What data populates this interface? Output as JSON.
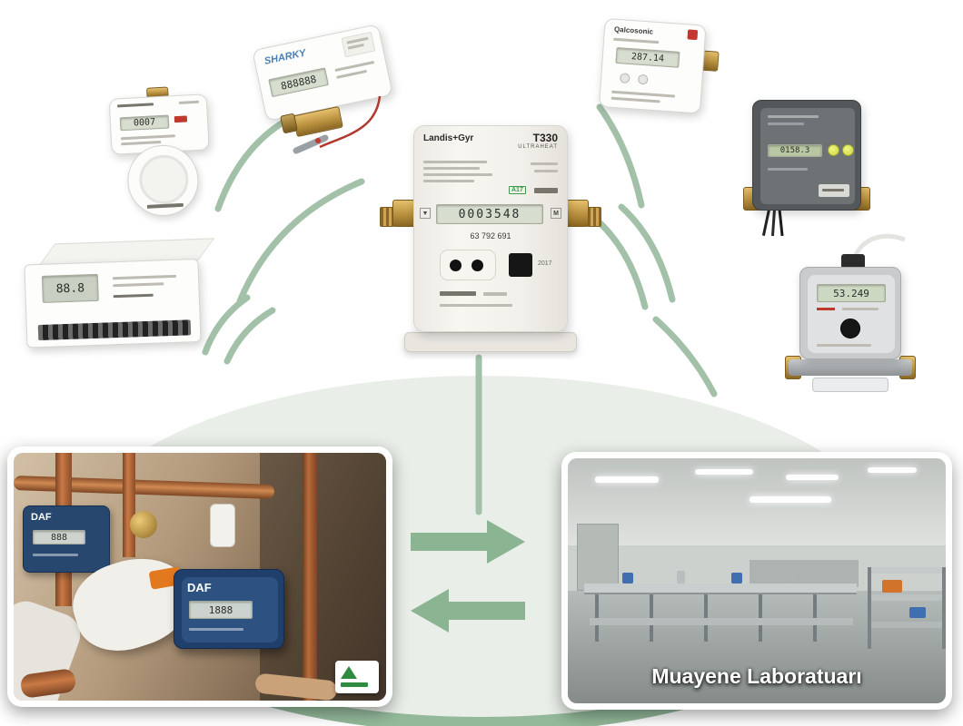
{
  "colors": {
    "accent_green": "#a3c1a8",
    "arrow_green": "#8bb493",
    "pale_green": "#e9efe8",
    "band_green": "#93b99a",
    "lcd_green": "#d7ddcf"
  },
  "center_meter": {
    "brand": "Landis+Gyr",
    "model": "T330",
    "series": "ULTRAHEAT",
    "approval": "A17",
    "lcd": "0003548",
    "marker_left": "▼",
    "marker_right": "M",
    "serial": "63 792 691",
    "year": "2017"
  },
  "sharky_meter": {
    "label": "SHARKY",
    "lcd": "888888"
  },
  "topleft_meter": {
    "lcd": "0007"
  },
  "qalcosonic_meter": {
    "label": "Qalcosonic",
    "lcd": "287.14"
  },
  "gray_meter": {
    "lcd": "0158.3"
  },
  "lowright_meter": {
    "lcd": "53.249"
  },
  "wall_unit": {
    "lcd": "88.8"
  },
  "install_photo": {
    "meter_small_label": "DAF",
    "meter_small_lcd": "888",
    "meter_large_label": "DAF",
    "meter_large_lcd": "1888"
  },
  "lab_photo": {
    "caption": "Muayene Laboratuarı"
  }
}
